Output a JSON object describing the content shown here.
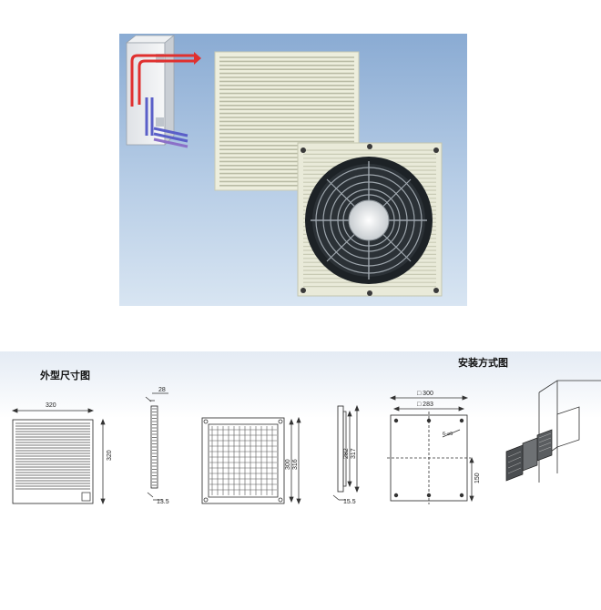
{
  "headings": {
    "outline_dimensions": "外型尺寸图",
    "installation_method": "安装方式图"
  },
  "dimensions": {
    "front_width": "320",
    "front_height": "320",
    "side_top": "28",
    "side_bottom": "13.5",
    "fan_height_outer": "316",
    "fan_height_inner": "300",
    "frame_height_outer": "317",
    "frame_height_inner": "282",
    "frame_depth": "15.5",
    "cutout_outer": "□ 300",
    "cutout_inner": "□ 283",
    "hole_note": "6-⌀5",
    "cutout_half": "150"
  },
  "colors": {
    "photo_bg_top": "#8fb0d6",
    "photo_bg_bottom": "#d6e4f2",
    "grille": "#e9ead9",
    "fan": "#1d2226"
  }
}
